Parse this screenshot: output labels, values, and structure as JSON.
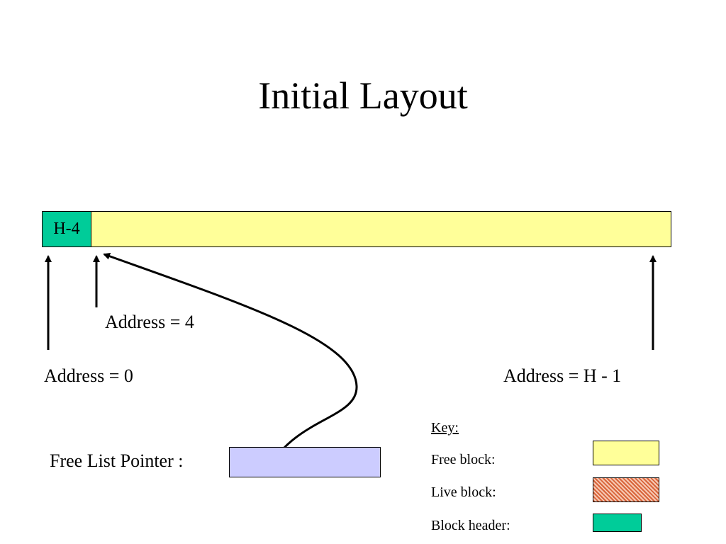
{
  "title": "Initial Layout",
  "memory_bar": {
    "header_label": "H-4"
  },
  "labels": {
    "address_4": "Address = 4",
    "address_0": "Address = 0",
    "address_end": "Address = H - 1",
    "free_list_pointer": "Free List Pointer :"
  },
  "key": {
    "heading": "Key:",
    "items": [
      {
        "label": "Free block:",
        "color": "#ffff99"
      },
      {
        "label": "Live block:",
        "color": "#d9643a"
      },
      {
        "label": "Block header:",
        "color": "#00cc99"
      }
    ]
  },
  "colors": {
    "free_block": "#ffff99",
    "block_header": "#00cc99",
    "pointer_box": "#ccccff"
  }
}
